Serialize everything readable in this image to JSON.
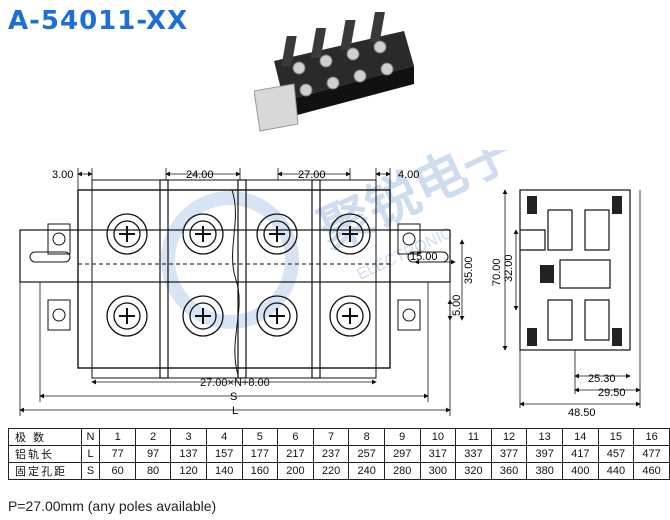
{
  "title": "A-54011-XX",
  "watermark": {
    "text": "聚锐电子",
    "sub": "ELECTRONIC",
    "color": "#c9d9ee"
  },
  "dimensions": {
    "top_left": "3.00",
    "pitch_a": "24.00",
    "pitch_b": "27.00",
    "top_right": "4.00",
    "mount_slot": "15.00",
    "inner_height": "35.00",
    "small_height": "5.00",
    "overall_height": "70.00",
    "center_height": "32.00",
    "formula": "27.00×N+8.00",
    "span_s": "S",
    "span_l": "L",
    "side_a": "25.30",
    "side_b": "29.50",
    "side_width": "48.50"
  },
  "table": {
    "rows": [
      {
        "label": "极    数",
        "key": "N",
        "values": [
          "1",
          "2",
          "3",
          "4",
          "5",
          "6",
          "7",
          "8",
          "9",
          "10",
          "11",
          "12",
          "13",
          "14",
          "15",
          "16"
        ]
      },
      {
        "label": "铝轨长",
        "key": "L",
        "values": [
          "77",
          "97",
          "137",
          "157",
          "177",
          "217",
          "237",
          "257",
          "297",
          "317",
          "337",
          "377",
          "397",
          "417",
          "457",
          "477"
        ]
      },
      {
        "label": "固定孔距",
        "key": "S",
        "values": [
          "60",
          "80",
          "120",
          "140",
          "160",
          "200",
          "220",
          "240",
          "280",
          "300",
          "320",
          "360",
          "380",
          "400",
          "440",
          "460"
        ]
      }
    ]
  },
  "note": "P=27.00mm (any poles available)",
  "colors": {
    "title": "#1d6fd6",
    "line": "#111111"
  }
}
